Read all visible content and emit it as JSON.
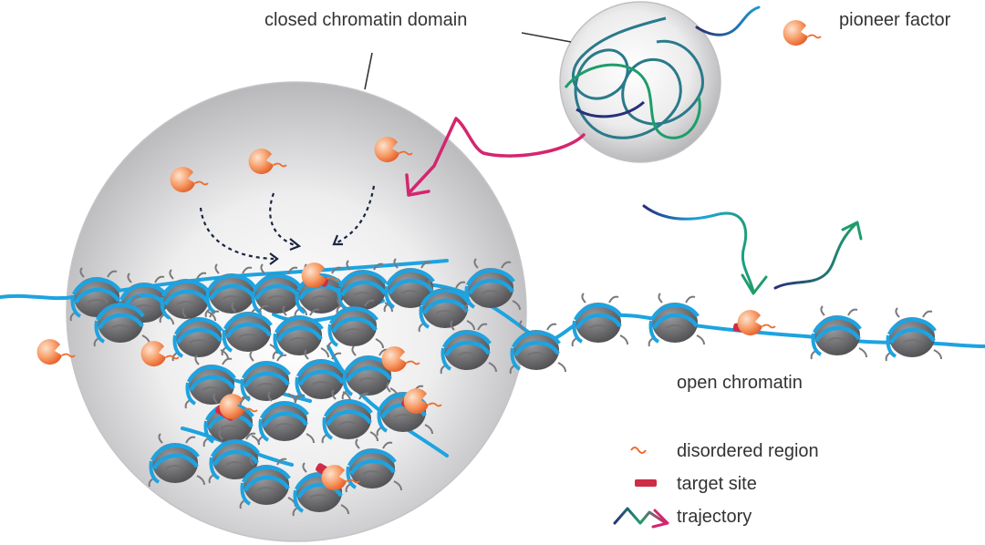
{
  "labels": {
    "closed_domain": "closed chromatin domain",
    "pioneer_factor": "pioneer factor",
    "open_chromatin": "open chromatin"
  },
  "legend": {
    "disordered": "disordered region",
    "target": "target site",
    "trajectory": "trajectory"
  },
  "colors": {
    "dna": "#1ea3e0",
    "histone_light": "#9a9a9d",
    "histone_dark": "#58585b",
    "pioneer_light": "#fbbd93",
    "pioneer_dark": "#ef6a2b",
    "target_site": "#cf2c47",
    "trajectory_magenta": "#d4266e",
    "trajectory_green": "#1e9d6b",
    "trajectory_navy": "#27307c"
  },
  "icons": [
    "pioneer-factor-icon",
    "nucleosome-icon",
    "target-site-icon",
    "disordered-region-icon",
    "trajectory-icon"
  ]
}
